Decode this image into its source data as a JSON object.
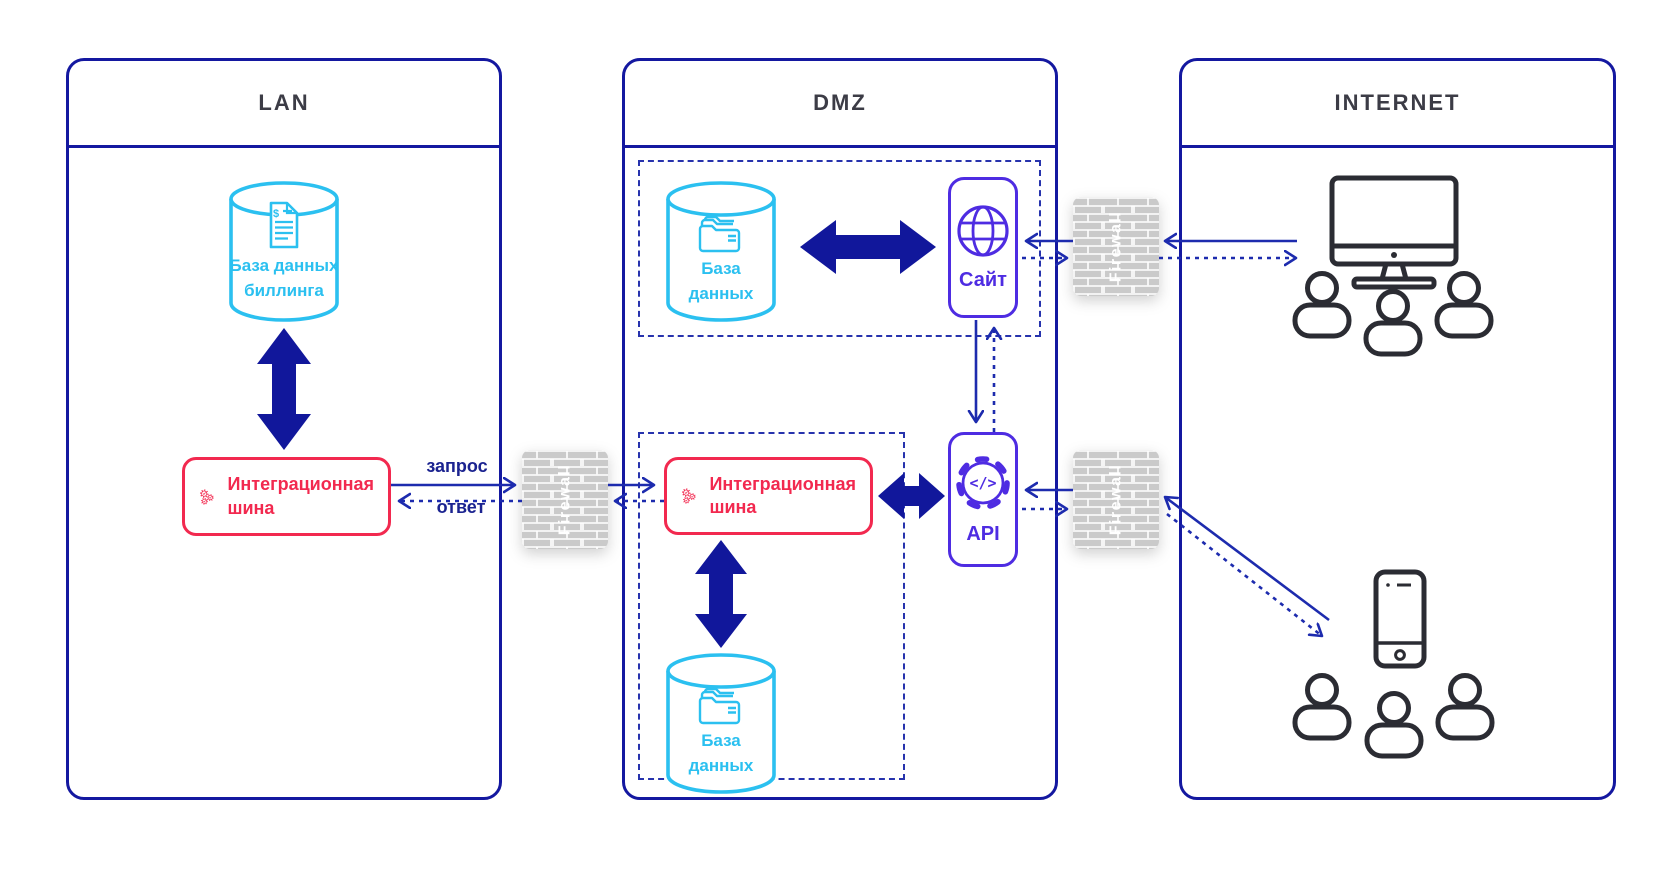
{
  "zones": {
    "lan": {
      "title": "LAN"
    },
    "dmz": {
      "title": "DMZ"
    },
    "internet": {
      "title": "INTERNET"
    }
  },
  "nodes": {
    "billing_db": {
      "label_line1": "База данных",
      "label_line2": "биллинга",
      "icon": "billing-document",
      "currency_glyph": "$"
    },
    "lan_bus": {
      "label": "Интеграционная шина",
      "icon": "gears"
    },
    "dmz_db_web": {
      "label_line1": "База",
      "label_line2": "данных",
      "icon": "folders"
    },
    "site": {
      "label": "Сайт",
      "icon": "globe"
    },
    "dmz_bus": {
      "label": "Интеграционная шина",
      "icon": "gears"
    },
    "api": {
      "label": "API",
      "icon": "code-gear",
      "icon_glyph": "</>"
    },
    "dmz_db_api": {
      "label_line1": "База",
      "label_line2": "данных",
      "icon": "folders"
    }
  },
  "firewalls": {
    "lan_dmz": {
      "label": "Firewall"
    },
    "dmz_internet_web": {
      "label": "Firewall"
    },
    "dmz_internet_api": {
      "label": "Firewall"
    }
  },
  "edge_labels": {
    "request": "запрос",
    "response": "ответ"
  },
  "colors": {
    "zone_border_navy": "#1418a0",
    "arrow_navy": "#1d2bae",
    "thick_arrow_navy": "#11179b",
    "cyan": "#2bc0f0",
    "red": "#f2294f",
    "violet": "#4e2ce2",
    "firewall_gray": "#cacaca",
    "device_dark": "#2b2c33",
    "title_gray": "#3c3c46"
  }
}
